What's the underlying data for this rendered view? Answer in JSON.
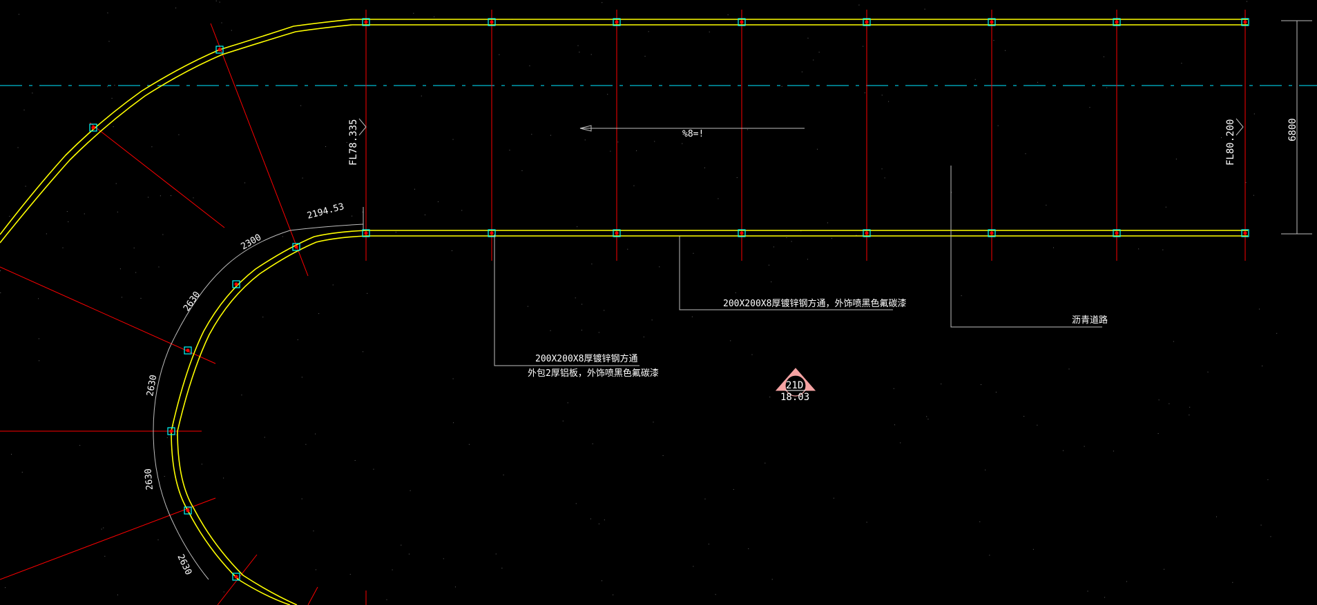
{
  "colors": {
    "background": "#000000",
    "grid_red": "#ff0000",
    "wall_yellow": "#ffff00",
    "centerline_cyan": "#00bcd4",
    "dimension_gray": "#bfbfbf",
    "text_white": "#ffffff",
    "column_cyan": "#00ffff",
    "marker_pink": "#f5a3a3"
  },
  "levels": {
    "left": "FL78.335",
    "right": "FL80.200"
  },
  "slope": {
    "label": "%8=!"
  },
  "dimensions": {
    "width": "6800",
    "arc_first": "2194.53",
    "arc_second": "2300",
    "arc_segments": [
      "2630",
      "2630",
      "2630",
      "2630"
    ]
  },
  "callouts": {
    "beam": "200X200X8厚镀锌钢方通，外饰喷黑色氟碳漆",
    "column_line1": "200X200X8厚镀锌钢方通",
    "column_line2": "外包2厚铝板，外饰喷黑色氟碳漆",
    "road": "沥青道路"
  },
  "detail_marker": {
    "number": "21D",
    "sheet": "18.03"
  },
  "icons": {
    "detail": "section-marker-icon",
    "level": "level-flag-icon",
    "arrow": "slope-arrow-icon"
  }
}
